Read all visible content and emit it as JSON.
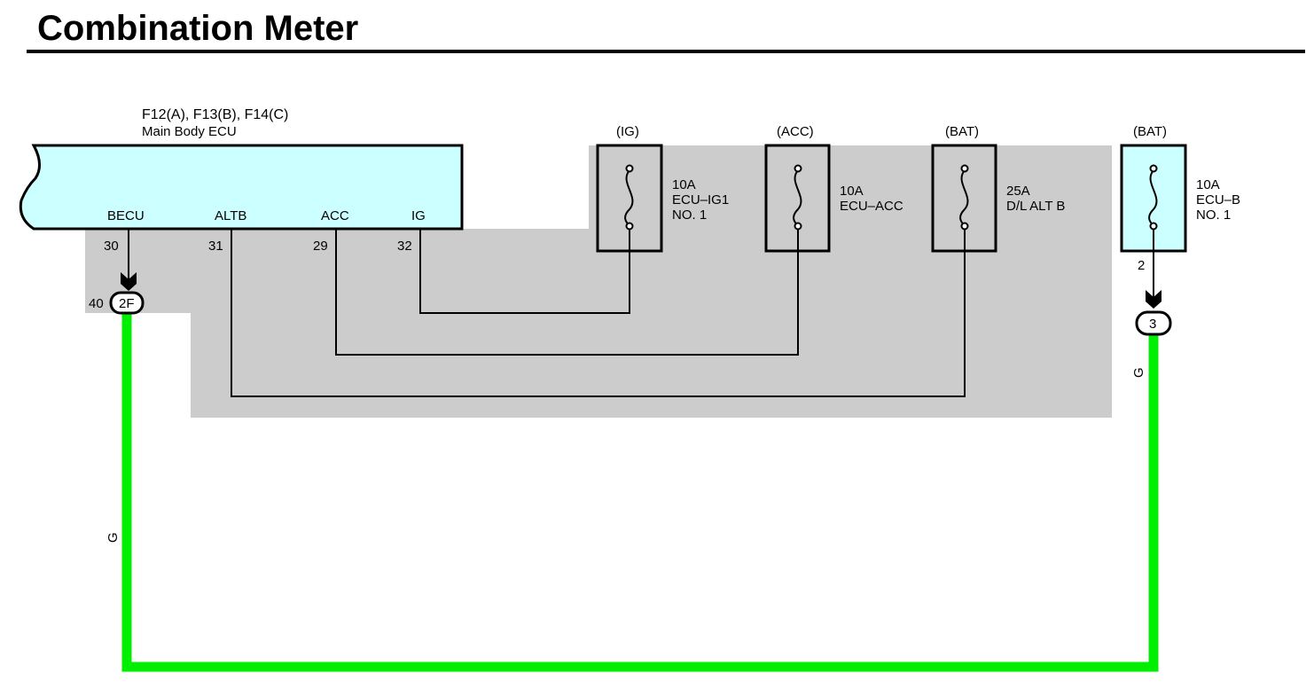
{
  "title": "Combination Meter",
  "colors": {
    "ecu_fill": "#ccffff",
    "fuse_box_fill": "#cccccc",
    "wire_green": "#00ee00",
    "line": "#000000"
  },
  "ecu": {
    "connectors": "F12(A), F13(B), F14(C)",
    "name": "Main Body ECU",
    "terminals": [
      {
        "label": "BECU",
        "pin": "30"
      },
      {
        "label": "ALTB",
        "pin": "31"
      },
      {
        "label": "ACC",
        "pin": "29"
      },
      {
        "label": "IG",
        "pin": "32"
      }
    ]
  },
  "fuses": [
    {
      "source": "(IG)",
      "rating": "10A",
      "name": "ECU–IG1",
      "extra": "NO. 1"
    },
    {
      "source": "(ACC)",
      "rating": "10A",
      "name": "ECU–ACC",
      "extra": ""
    },
    {
      "source": "(BAT)",
      "rating": "25A",
      "name": "D/L ALT B",
      "extra": ""
    },
    {
      "source": "(BAT)",
      "rating": "10A",
      "name": "ECU–B",
      "extra": "NO. 1",
      "out_pin": "2"
    }
  ],
  "connector_left": {
    "pin": "40",
    "label": "2F"
  },
  "connector_right": {
    "label": "3"
  },
  "wire_color_label_left": "G",
  "wire_color_label_right": "G"
}
